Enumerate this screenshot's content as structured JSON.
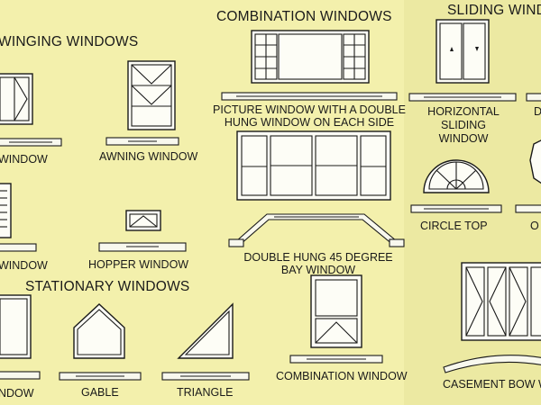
{
  "headings": {
    "swinging": "WINGING WINDOWS",
    "combination": "COMBINATION WINDOWS",
    "sliding": "SLIDING WIND",
    "stationary": "STATIONARY WINDOWS"
  },
  "captions": {
    "casement": "WINDOW",
    "awning": "AWNING WINDOW",
    "double_hung": "WINDOW",
    "hopper": "HOPPER WINDOW",
    "picture_line1": "PICTURE WINDOW WITH A DOUBLE",
    "picture_line2": "HUNG WINDOW ON EACH SIDE",
    "sliding_line1": "HORIZONTAL",
    "sliding_line2": "SLIDING",
    "sliding_line3": "WINDOW",
    "right_top_partial": "D",
    "bay_line1": "DOUBLE HUNG 45 DEGREE",
    "bay_line2": "BAY WINDOW",
    "circle_top": "CIRCLE TOP",
    "octagon_partial": "O",
    "fixed": "NDOW",
    "gable": "GABLE",
    "triangle": "TRIANGLE",
    "combination_window": "COMBINATION WINDOW",
    "casement_bow": "CASEMENT BOW W"
  },
  "colors": {
    "background": "#f3f0ac",
    "line": "#1a1a1a",
    "glass": "#fdfdf6"
  }
}
